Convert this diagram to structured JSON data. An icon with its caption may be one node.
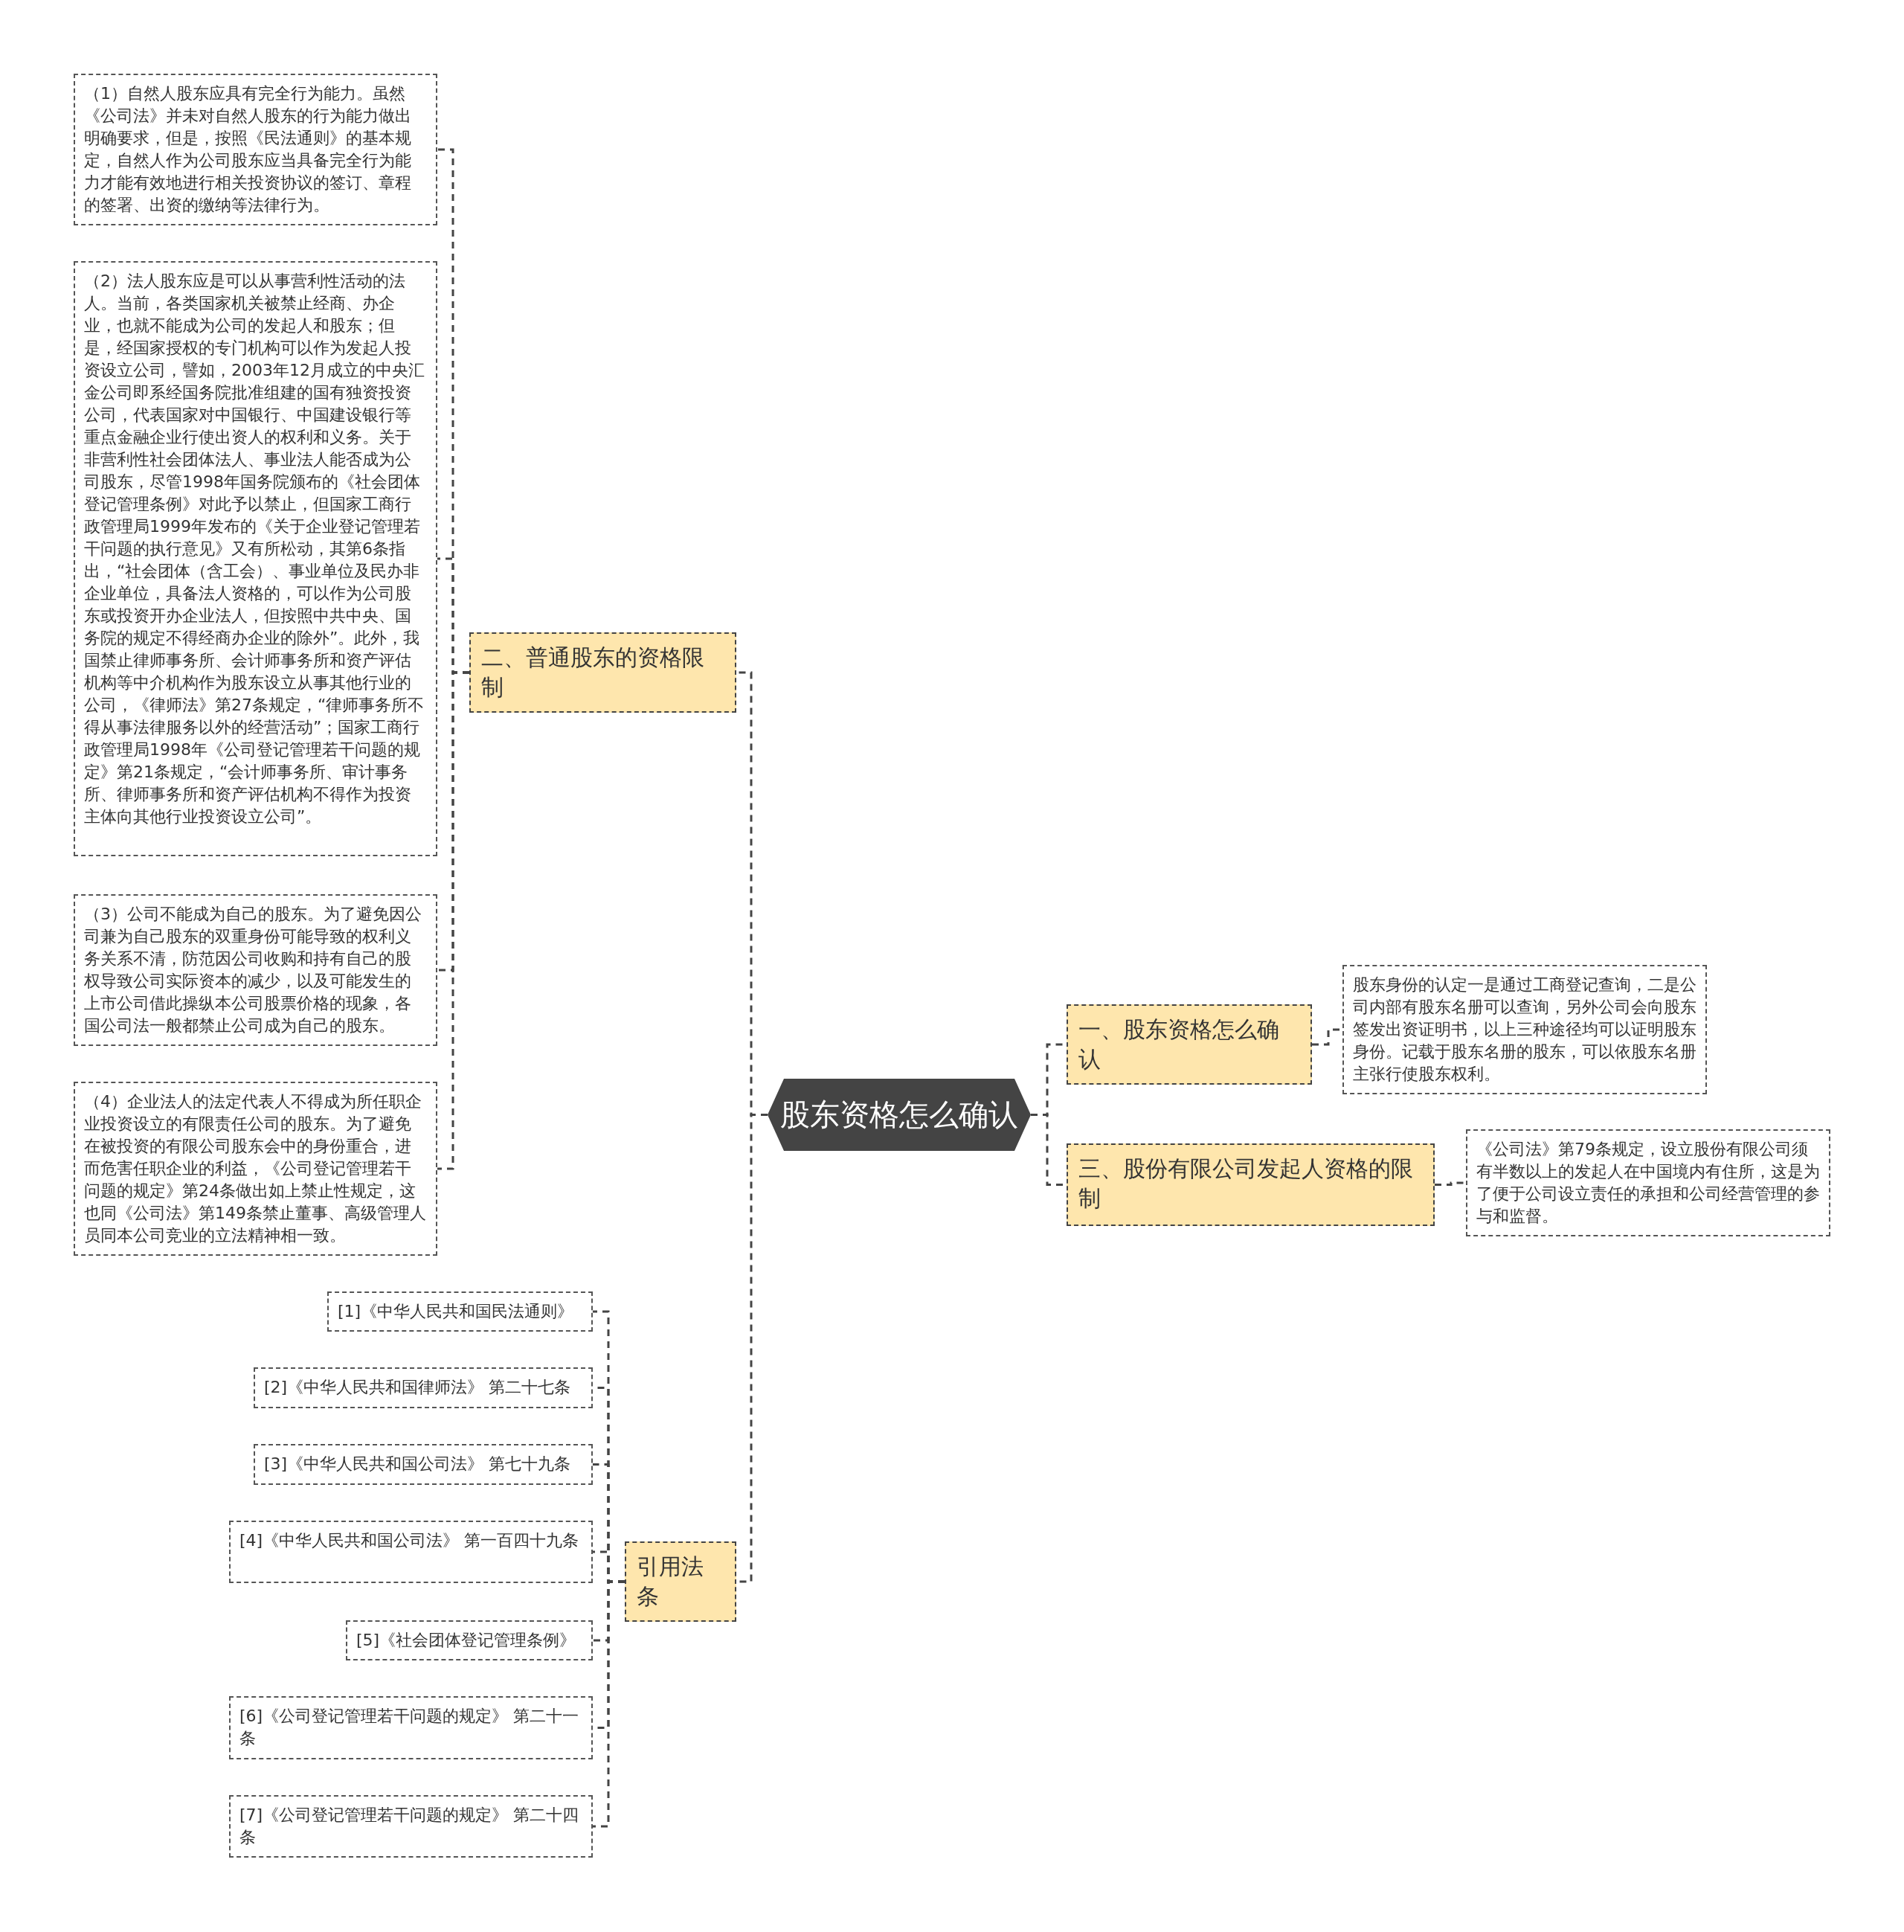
{
  "diagram": {
    "nodes": [
      {
        "text": [
          "股东资格怎么确认"
        ]
      },
      {
        "text": [
          "一、股东资格怎么确认"
        ]
      },
      {
        "text": [
          "股东身份的认定一是通过工商登记查询，二是公司内部有股东名册可以查询，另外公司会向股东签发出资证明书，以上三种途径均可以证明股东身份。记载于股东名册的股东，可以依股东名册主张行使股东权利。"
        ]
      },
      {
        "text": [
          "三、股份有限公司发起人资格的限制"
        ]
      },
      {
        "text": [
          "《公司法》第79条规定，设立股份有限公司须有半数以上的发起人在中国境内有住所，这是为了便于公司设立责任的承担和公司经营管理的参与和监督。"
        ]
      },
      {
        "text": [
          "二、普通股东的资格限制"
        ]
      },
      {
        "text": [
          "（1）自然人股东应具有完全行为能力。虽然《公司法》并未对自然人股东的行为能力做出明确要求，但是，按照《民法通则》的基本规定，自然人作为公司股东应当具备完全行为能力才能有效地进行相关投资协议的签订、章程的签署、出资的缴纳等法律行为。"
        ]
      },
      {
        "text": [
          "（2）法人股东应是可以从事营利性活动的法人。当前，各类国家机关被禁止经商、办企业，也就不能成为公司的发起人和股东；但是，经国家授权的专门机构可以作为发起人投资设立公司，譬如，2003年12月成立的中央汇金公司即系经国务院批准组建的国有独资投资公司，代表国家对中国银行、中国建设银行等重点金融企业行使出资人的权利和义务。关于非营利性社会团体法人、事业法人能否成为公司股东，尽管1998年国务院颁布的《社会团体登记管理条例》对此予以禁止，但国家工商行政管理局1999年发布的《关于企业登记管理若干问题的执行意见》又有所松动，其第6条指出，“社会团体（含工会）、事业单位及民办非企业单位，具备法人资格的，可以作为公司股东或投资开办企业法人，但按照中共中央、国务院的规定不得经商办企业的除外”。此外，我国禁止律师事务所、会计师事务所和资产评估机构等中介机构作为股东设立从事其他行业的公司，《律师法》第27条规定，“律师事务所不得从事法律服务以外的经营活动”；国家工商行政管理局1998年《公司登记管理若干问题的规定》第21条规定，“会计师事务所、审计事务所、律师事务所和资产评估机构不得作为投资主体向其他行业投资设立公司”。"
        ]
      },
      {
        "text": [
          "（3）公司不能成为自己的股东。为了避免因公司兼为自己股东的双重身份可能导致的权利义务关系不清，防范因公司收购和持有自己的股权导致公司实际资本的减少，以及可能发生的上市公司借此操纵本公司股票价格的现象，各国公司法一般都禁止公司成为自己的股东。"
        ]
      },
      {
        "text": [
          "（4）企业法人的法定代表人不得成为所任职企业投资设立的有限责任公司的股东。为了避免在被投资的有限公司股东会中的身份重合，进而危害任职企业的利益，《公司登记管理若干问题的规定》第24条做出如上禁止性规定，这也同《公司法》第149条禁止董事、高级管理人员同本公司竞业的立法精神相一致。"
        ]
      },
      {
        "text": [
          "引用法条"
        ]
      },
      {
        "text": [
          "[1]《中华人民共和国民法通则》"
        ]
      },
      {
        "text": [
          "[2]《中华人民共和国律师法》 第二十七条"
        ]
      },
      {
        "text": [
          "[3]《中华人民共和国公司法》 第七十九条"
        ]
      },
      {
        "text": [
          "[4]《中华人民共和国公司法》 第一百四十九条"
        ]
      },
      {
        "text": [
          "[5]《社会团体登记管理条例》"
        ]
      },
      {
        "text": [
          "[6]《公司登记管理若干问题的规定》 第二十一条"
        ]
      },
      {
        "text": [
          "[7]《公司登记管理若干问题的规定》 第二十四条"
        ]
      }
    ],
    "edges": [
      {
        "from": 0,
        "to": 1,
        "arrow": "none"
      },
      {
        "from": 1,
        "to": 2,
        "arrow": "none"
      },
      {
        "from": 0,
        "to": 3,
        "arrow": "none"
      },
      {
        "from": 3,
        "to": 4,
        "arrow": "none"
      },
      {
        "from": 0,
        "to": 5,
        "arrow": "none"
      },
      {
        "from": 5,
        "to": 6,
        "arrow": "none"
      },
      {
        "from": 5,
        "to": 7,
        "arrow": "none"
      },
      {
        "from": 5,
        "to": 8,
        "arrow": "none"
      },
      {
        "from": 5,
        "to": 9,
        "arrow": "none"
      },
      {
        "from": 0,
        "to": 10,
        "arrow": "none"
      },
      {
        "from": 10,
        "to": 11,
        "arrow": "none"
      },
      {
        "from": 10,
        "to": 12,
        "arrow": "none"
      },
      {
        "from": 10,
        "to": 13,
        "arrow": "none"
      },
      {
        "from": 10,
        "to": 14,
        "arrow": "none"
      },
      {
        "from": 10,
        "to": 15,
        "arrow": "none"
      },
      {
        "from": 10,
        "to": 16,
        "arrow": "none"
      },
      {
        "from": 10,
        "to": 17,
        "arrow": "none"
      }
    ]
  }
}
